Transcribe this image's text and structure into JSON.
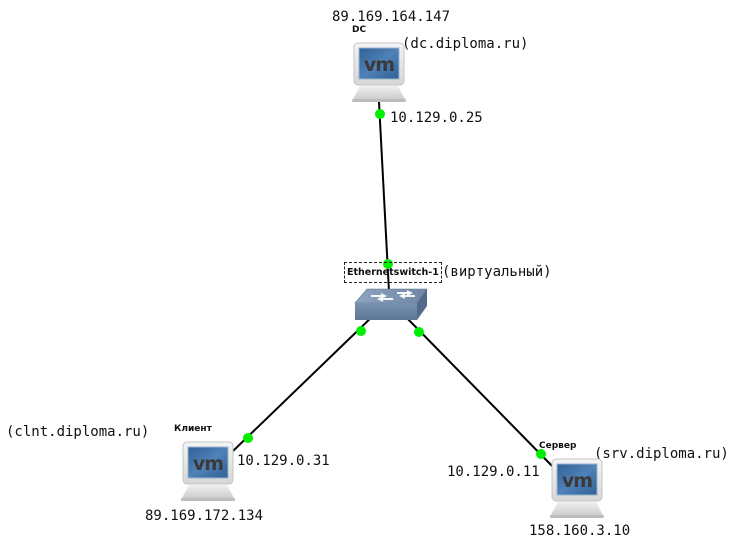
{
  "diagram": {
    "type": "network-topology",
    "nodes": {
      "dc": {
        "label": "DC",
        "fqdn": "(dc.diploma.ru)",
        "external_ip": "89.169.164.147",
        "internal_ip": "10.129.0.25",
        "icon": "vm-computer-icon"
      },
      "switch": {
        "label": "Ethernetswitch-1",
        "note": "(виртуальный)",
        "icon": "ethernet-switch-icon"
      },
      "client": {
        "label": "Клиент",
        "fqdn": "(clnt.diploma.ru)",
        "external_ip": "89.169.172.134",
        "internal_ip": "10.129.0.31",
        "icon": "vm-computer-icon"
      },
      "server": {
        "label": "Сервер",
        "fqdn": "(srv.diploma.ru)",
        "external_ip": "158.160.3.10",
        "internal_ip": "10.129.0.11",
        "icon": "vm-computer-icon"
      }
    },
    "links": [
      {
        "from": "dc",
        "to": "switch",
        "status": "up"
      },
      {
        "from": "switch",
        "to": "client",
        "status": "up"
      },
      {
        "from": "switch",
        "to": "server",
        "status": "up"
      }
    ],
    "colors": {
      "link": "#000000",
      "link_up_indicator": "#00ee00",
      "vm_screen": "#3f6fa6",
      "switch_body": "#7f97b3"
    }
  }
}
